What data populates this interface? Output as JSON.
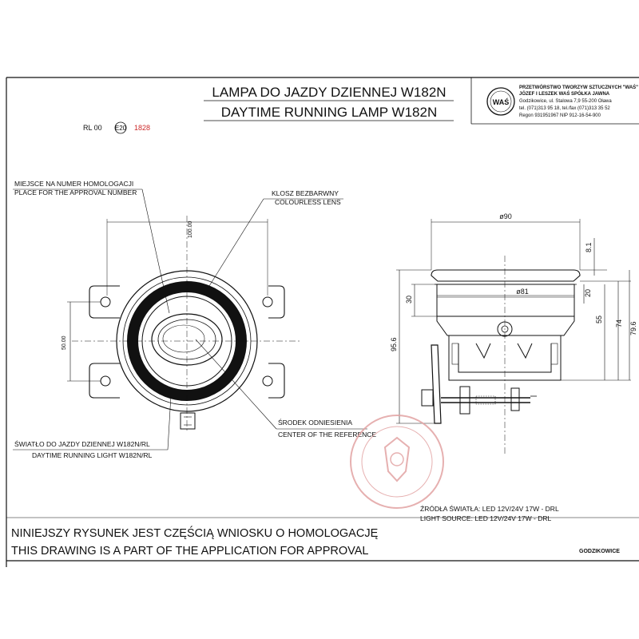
{
  "title": {
    "line1": "LAMPA DO JAZDY DZIENNEJ W182N",
    "line2": "DAYTIME RUNNING LAMP W182N"
  },
  "approval": {
    "prefix": "RL  00",
    "mark": "E20",
    "number": "1828"
  },
  "company": {
    "logo": "WAŚ",
    "lines": [
      "PRZETWÓRSTWO TWORZYW SZTUCZNYCH \"WAŚ\"",
      "JÓZEF I LESZEK WAŚ   SPÓŁKA JAWNA",
      "Godzikowice, ul. Stalowa 7,9   55-200 Oława",
      "tel. (071)313 95 18, tel./fax (071)313 35 52",
      "Regon 931951967 NIP 912-16-54-900"
    ]
  },
  "labels": {
    "approval_place_pl": "MIEJSCE NA NUMER HOMOLOGACJI",
    "approval_place_en": "PLACE FOR THE APPROVAL NUMBER",
    "lens_pl": "KLOSZ BEZBARWNY",
    "lens_en": "COLOURLESS LENS",
    "center_pl": "ŚRODEK ODNIESIENIA",
    "center_en": "CENTER OF THE REFERENCE",
    "light_pl": "ŚWIATŁO DO JAZDY DZIENNEJ W182N/RL",
    "light_en": "DAYTIME RUNNING LIGHT W182N/RL"
  },
  "dimensions": {
    "front_height": "100.00",
    "front_side": "50.00",
    "diameter_outer": "ø90",
    "diameter_inner": "ø81",
    "d_8_1": "8.1",
    "d_30": "30",
    "d_20": "20",
    "d_55": "55",
    "d_74": "74",
    "d_79_6": "79.6",
    "d_95_6": "95.6"
  },
  "source": {
    "pl": "ŹRÓDŁA ŚWIATŁA: LED 12V/24V 17W - DRL",
    "en": "LIGHT SOURCE: LED 12V/24V 17W - DRL"
  },
  "footer": {
    "pl": "NINIEJSZY RYSUNEK JEST CZĘŚCIĄ WNIOSKU O  HOMOLOGACJĘ",
    "en": "THIS DRAWING IS A PART OF THE APPLICATION FOR  APPROVAL",
    "place": "GODZIKOWICE"
  },
  "colors": {
    "ink": "#111111",
    "approval_red": "#cc2a2a",
    "stamp_red": "#e2a3a3"
  }
}
